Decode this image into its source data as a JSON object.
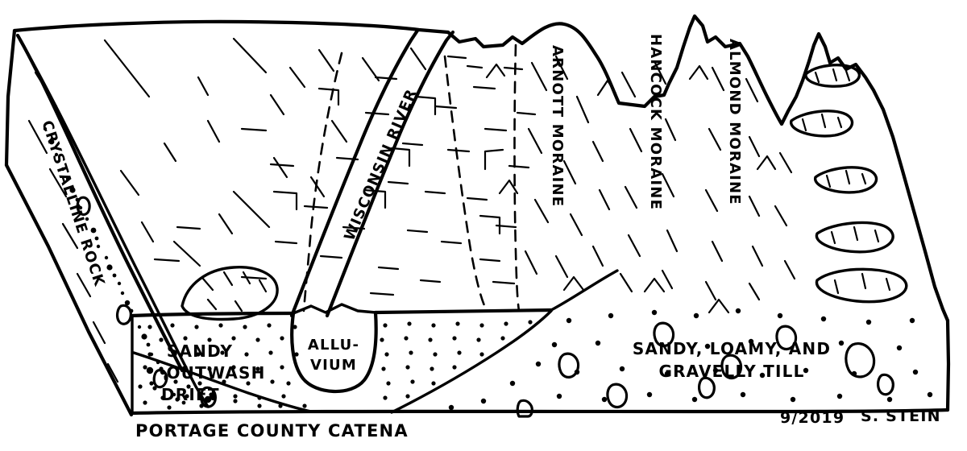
{
  "figure": {
    "kind": "hand-drawn geologic block diagram",
    "title": "PORTAGE COUNTY CATENA",
    "credit_date": "9/2019",
    "credit_author": "S. STEIN",
    "ink_color": "#000000",
    "paper_color": "#ffffff"
  },
  "labels": {
    "crystalline_rock": "CRYSTALLINE ROCK",
    "wisconsin_river": "WISCONSIN RIVER",
    "arnott_moraine": "ARNOTT MORAINE",
    "hancock_moraine": "HANCOCK MORAINE",
    "almond_moraine": "ALMOND MORAINE",
    "sandy_outwash_line1": "SANDY",
    "sandy_outwash_line2": "OUTWASH",
    "alluvium_line1": "ALLU-",
    "alluvium_line2": "VIUM",
    "drift": "DRIFT",
    "till_line1": "SANDY, LOAMY, AND",
    "till_line2": "GRAVELLY TILL"
  },
  "units": [
    {
      "id": "crystalline-rock",
      "name": "CRYSTALLINE ROCK",
      "position": "left basal wedge / side face",
      "pattern": "blank with hachure strokes"
    },
    {
      "id": "drift",
      "name": "DRIFT",
      "position": "left front lower wedge",
      "pattern": "fine stipple with pebbles"
    },
    {
      "id": "sandy-outwash",
      "name": "SANDY OUTWASH",
      "position": "front left-centre cross-section",
      "pattern": "regular fine stipple"
    },
    {
      "id": "alluvium",
      "name": "ALLU-VIUM",
      "position": "U-shaped channel fill beneath river",
      "pattern": "blank"
    },
    {
      "id": "sandy-loamy-gravelly-till",
      "name": "SANDY, LOAMY, AND GRAVELLY TILL",
      "position": "front right cross-section",
      "pattern": "scattered pebbles and dots"
    }
  ],
  "landforms": [
    {
      "id": "wisconsin-river",
      "name": "WISCONSIN RIVER",
      "type": "river channel"
    },
    {
      "id": "arnott-moraine",
      "name": "ARNOTT MORAINE",
      "type": "moraine ridge"
    },
    {
      "id": "hancock-moraine",
      "name": "HANCOCK MORAINE",
      "type": "moraine ridge"
    },
    {
      "id": "almond-moraine",
      "name": "ALMOND MORAINE",
      "type": "moraine ridge"
    }
  ]
}
